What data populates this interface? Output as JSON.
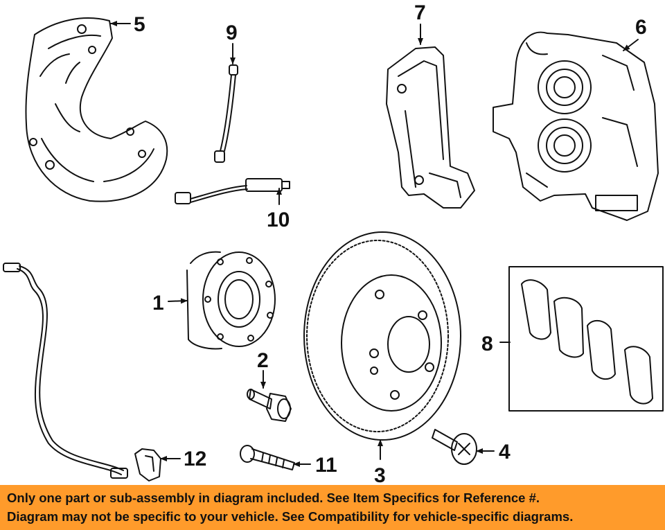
{
  "callouts": [
    {
      "id": "1"
    },
    {
      "id": "2"
    },
    {
      "id": "3"
    },
    {
      "id": "4"
    },
    {
      "id": "5"
    },
    {
      "id": "6"
    },
    {
      "id": "7"
    },
    {
      "id": "8"
    },
    {
      "id": "9"
    },
    {
      "id": "10"
    },
    {
      "id": "11"
    },
    {
      "id": "12"
    }
  ],
  "banner": {
    "line1": "Only one part or sub-assembly in diagram included. See Item Specifics for Reference #.",
    "line2": "Diagram may not be specific to your vehicle. See Compatibility for vehicle-specific diagrams.",
    "background": "#ff9b2b"
  }
}
